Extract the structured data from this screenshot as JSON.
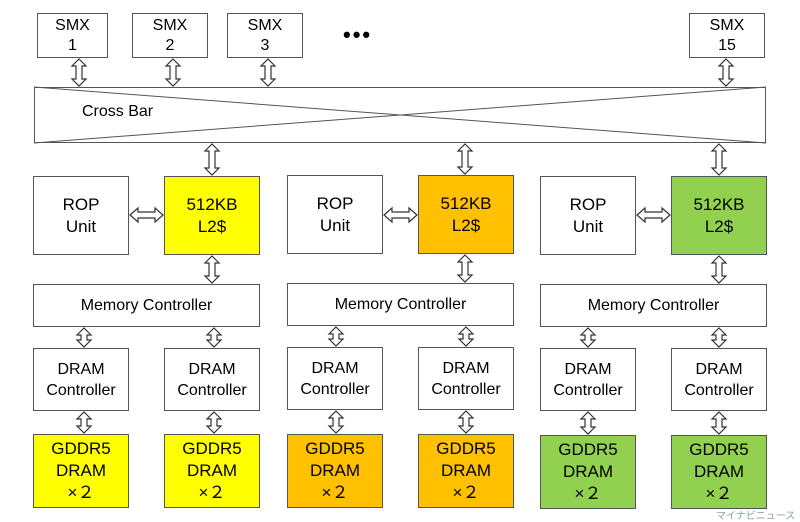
{
  "smx": [
    {
      "line1": "SMX",
      "line2": "1"
    },
    {
      "line1": "SMX",
      "line2": "2"
    },
    {
      "line1": "SMX",
      "line2": "3"
    },
    {
      "line1": "SMX",
      "line2": "15"
    }
  ],
  "ellipsis": "•••",
  "crossbar": {
    "label": "Cross Bar"
  },
  "partitions": [
    {
      "rop": {
        "line1": "ROP",
        "line2": "Unit"
      },
      "l2": {
        "line1": "512KB",
        "line2": "L2$",
        "color": "#ffff00"
      },
      "mc": "Memory Controller",
      "dram_controllers": [
        {
          "line1": "DRAM",
          "line2": "Controller"
        },
        {
          "line1": "DRAM",
          "line2": "Controller"
        }
      ],
      "gddr": [
        {
          "line1": "GDDR5",
          "line2": "DRAM",
          "line3": "×２"
        },
        {
          "line1": "GDDR5",
          "line2": "DRAM",
          "line3": "×２"
        }
      ]
    },
    {
      "rop": {
        "line1": "ROP",
        "line2": "Unit"
      },
      "l2": {
        "line1": "512KB",
        "line2": "L2$",
        "color": "#ffc000"
      },
      "mc": "Memory Controller",
      "dram_controllers": [
        {
          "line1": "DRAM",
          "line2": "Controller"
        },
        {
          "line1": "DRAM",
          "line2": "Controller"
        }
      ],
      "gddr": [
        {
          "line1": "GDDR5",
          "line2": "DRAM",
          "line3": "×２"
        },
        {
          "line1": "GDDR5",
          "line2": "DRAM",
          "line3": "×２"
        }
      ]
    },
    {
      "rop": {
        "line1": "ROP",
        "line2": "Unit"
      },
      "l2": {
        "line1": "512KB",
        "line2": "L2$",
        "color": "#92d050"
      },
      "mc": "Memory Controller",
      "dram_controllers": [
        {
          "line1": "DRAM",
          "line2": "Controller"
        },
        {
          "line1": "DRAM",
          "line2": "Controller"
        }
      ],
      "gddr": [
        {
          "line1": "GDDR5",
          "line2": "DRAM",
          "line3": "×２"
        },
        {
          "line1": "GDDR5",
          "line2": "DRAM",
          "line3": "×２"
        }
      ]
    }
  ],
  "watermark": "マイナビニュース"
}
